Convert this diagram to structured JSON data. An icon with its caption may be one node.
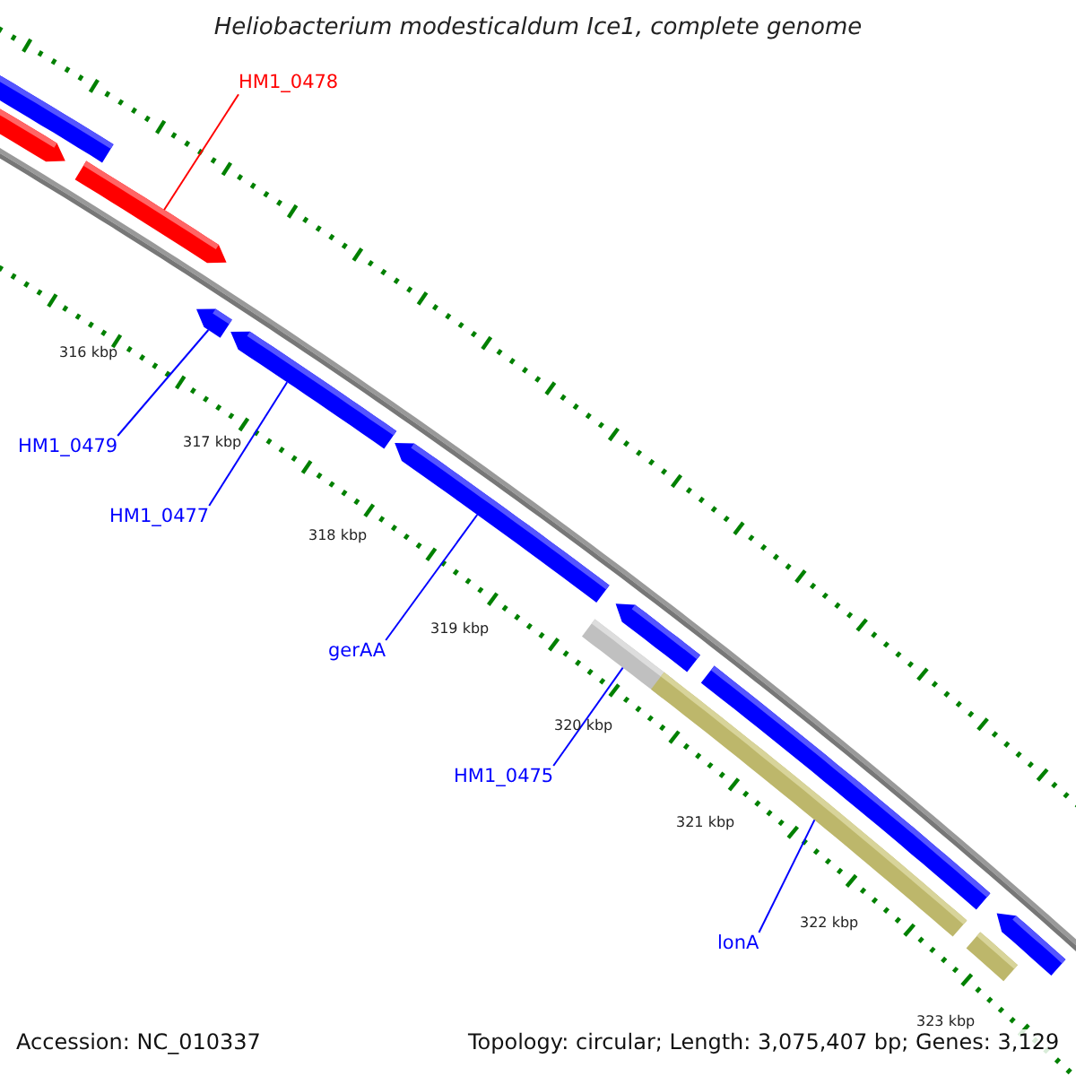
{
  "diagram": {
    "title": "Heliobacterium modesticaldum Ice1, complete genome",
    "nodes": [
      {
        "text": [
          "HM1_0478"
        ]
      },
      {
        "text": [
          "HM1_0479"
        ]
      },
      {
        "text": [
          "HM1_0477"
        ]
      },
      {
        "text": [
          "gerAA"
        ]
      },
      {
        "text": [
          "HM1_0475"
        ]
      },
      {
        "text": [
          "lonA"
        ]
      },
      {
        "text": [],
        "shape": "bar"
      },
      {
        "text": [],
        "shape": "bar"
      },
      {
        "text": [],
        "shape": "bar"
      },
      {
        "text": [],
        "shape": "bar"
      },
      {
        "text": [],
        "shape": "bar"
      },
      {
        "text": [],
        "shape": "bar"
      },
      {
        "text": [],
        "shape": "bar"
      },
      {
        "text": [],
        "shape": "bar"
      },
      {
        "text": [],
        "shape": "bar"
      },
      {
        "text": [],
        "shape": "bar"
      },
      {
        "text": [],
        "shape": "bar"
      },
      {
        "text": [],
        "shape": "bar"
      }
    ],
    "edges": [
      {
        "from": 0,
        "to": 8,
        "arrow": "none",
        "color": "#ff0000"
      },
      {
        "from": 1,
        "to": 9,
        "arrow": "none"
      },
      {
        "from": 2,
        "to": 10,
        "arrow": "none"
      },
      {
        "from": 3,
        "to": 11,
        "arrow": "none"
      },
      {
        "from": 4,
        "to": 12,
        "arrow": "none"
      },
      {
        "from": 5,
        "to": 14,
        "arrow": "none"
      }
    ],
    "labels": [
      "316 kbp",
      "317 kbp",
      "318 kbp",
      "319 kbp",
      "320 kbp",
      "321 kbp",
      "322 kbp",
      "323 kbp",
      "Accession: NC_010337",
      "Topology: circular; Length: 3,075,407 bp; Genes: 3,129"
    ]
  }
}
